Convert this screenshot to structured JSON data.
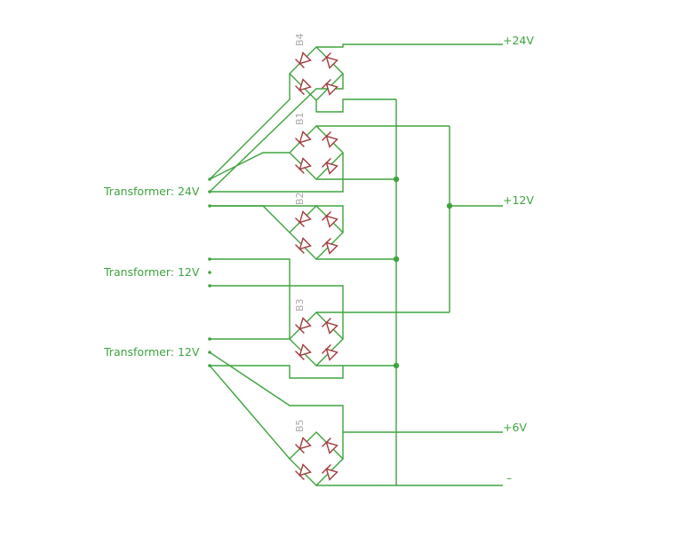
{
  "colors": {
    "wire": "#3fa33f",
    "diode": "#a33a3a",
    "ref_label": "#a8a8a8",
    "background": "#ffffff"
  },
  "bridges": [
    {
      "ref": "B4"
    },
    {
      "ref": "B1"
    },
    {
      "ref": "B2"
    },
    {
      "ref": "B3"
    },
    {
      "ref": "B5"
    }
  ],
  "transformers": [
    {
      "label": "Transformer: 24V"
    },
    {
      "label": "Transformer: 12V"
    },
    {
      "label": "Transformer: 12V"
    }
  ],
  "outputs": [
    {
      "label": "+24V"
    },
    {
      "label": "+12V"
    },
    {
      "label": "+6V"
    },
    {
      "label": "–"
    }
  ]
}
